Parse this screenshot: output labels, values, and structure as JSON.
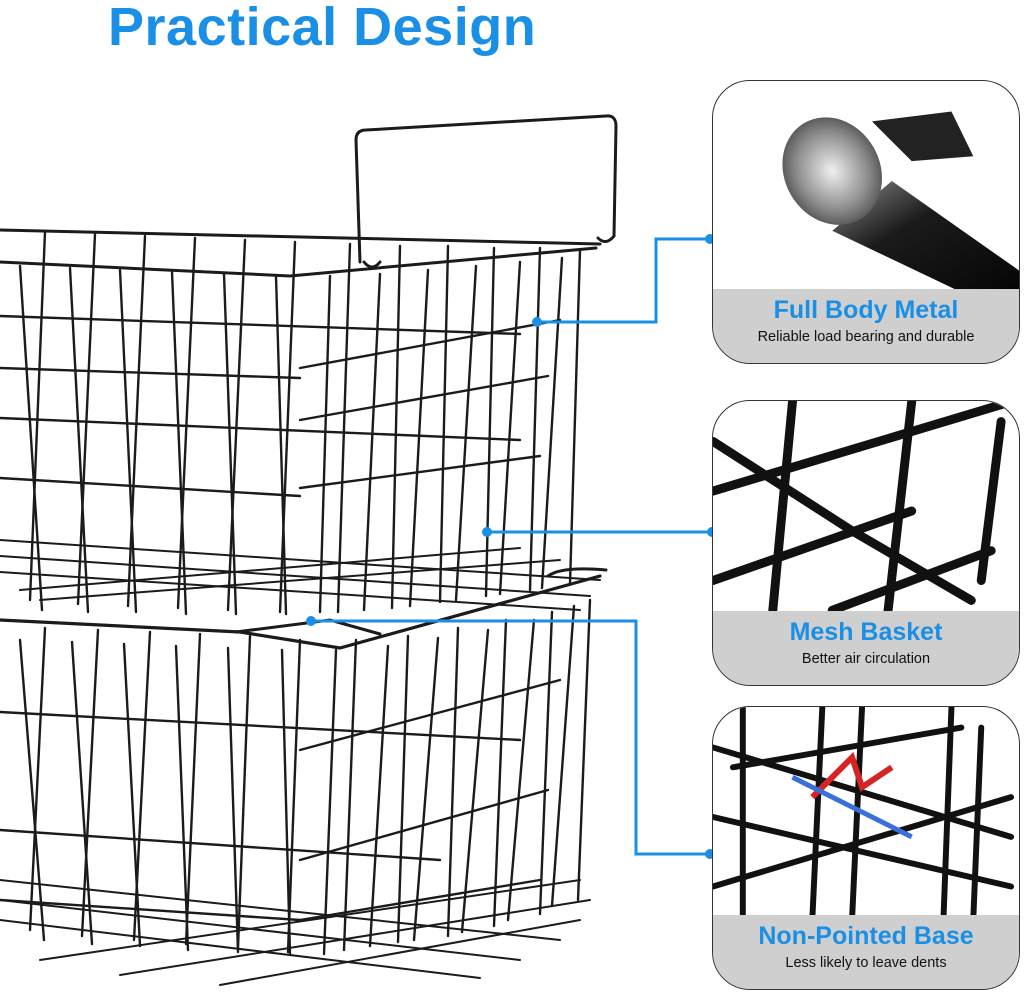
{
  "title": "Practical Design",
  "accent_color": "#1a8fe6",
  "caption_bg": "#cfcfcf",
  "features": [
    {
      "heading": "Full Body Metal",
      "subtext": "Reliable load bearing and durable",
      "icon": "metal-rod-closeup"
    },
    {
      "heading": "Mesh Basket",
      "subtext": "Better air circulation",
      "icon": "wire-mesh-closeup"
    },
    {
      "heading": "Non-Pointed Base",
      "subtext": "Less likely to leave dents",
      "icon": "basket-base-closeup"
    }
  ]
}
